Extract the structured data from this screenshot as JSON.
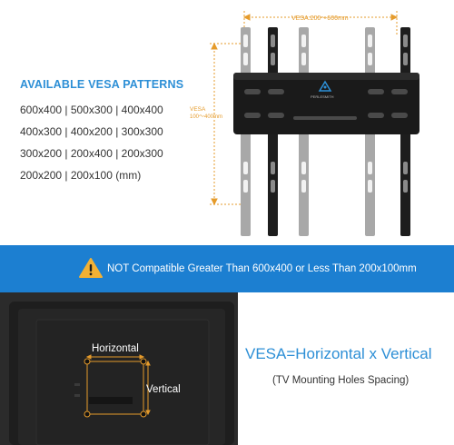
{
  "colors": {
    "accent_blue": "#2d8fd6",
    "banner_blue": "#1c7fd1",
    "dimension_orange": "#e59b2b",
    "warning_yellow": "#f2b134"
  },
  "heading": "AVAILABLE VESA PATTERNS",
  "patterns": [
    "600x400 | 500x300 | 400x400",
    "400x300 | 400x200 | 300x300",
    "300x200 | 200x400 | 200x300",
    "200x200 | 200x100 (mm)"
  ],
  "diagram": {
    "horizontal_dimension": "VESA:200～600mm",
    "vertical_dimension_line1": "VESA",
    "vertical_dimension_line2": "100～400mm",
    "brand_mark": "PERLESMITH"
  },
  "banner": {
    "icon": "warning-triangle-icon",
    "text": "NOT Compatible Greater Than 600x400 or Less Than 200x100mm"
  },
  "tv_labels": {
    "horizontal": "Horizontal",
    "vertical": "Vertical"
  },
  "formula": {
    "main": "VESA=Horizontal x Vertical",
    "sub": "(TV Mounting Holes Spacing)"
  }
}
